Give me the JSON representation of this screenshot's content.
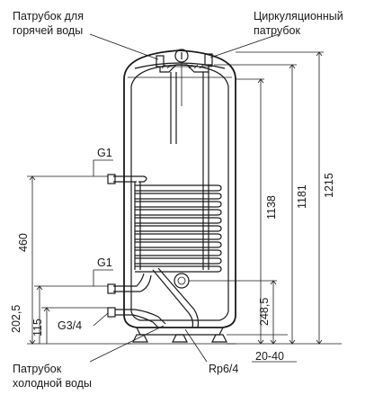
{
  "labels": {
    "hot_outlet_line1": "Патрубок для",
    "hot_outlet_line2": "горячей воды",
    "circulation_line1": "Циркуляционный",
    "circulation_line2": "патрубок",
    "cold_inlet_line1": "Патрубок",
    "cold_inlet_line2": "холодной воды",
    "g1_upper": "G1",
    "g1_lower": "G1",
    "g3_4": "G3/4",
    "rp6_4": "Rp6/4"
  },
  "dimensions": {
    "d1215": "1215",
    "d1181": "1181",
    "d1138": "1138",
    "d248_5": "248,5",
    "d460": "460",
    "d202_5": "202,5",
    "d115": "115",
    "d20_40": "20-40"
  },
  "colors": {
    "line": "#1a1a1a",
    "tank_fill": "#ffffff",
    "coil_fill": "#ffffff"
  }
}
